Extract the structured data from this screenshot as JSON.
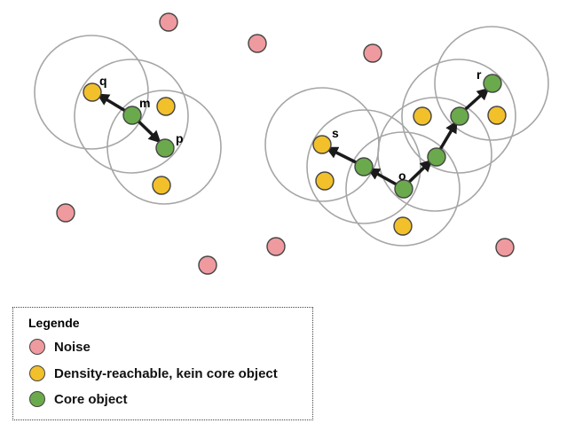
{
  "colors": {
    "noise": "#EE9A9E",
    "border_point": "#F2C02A",
    "core": "#6AAA4C",
    "circle_stroke": "#A6A6A6",
    "arrow": "#1A1A1A"
  },
  "point_labels": {
    "q": "q",
    "m": "m",
    "p": "p",
    "s": "s",
    "o": "o",
    "r": "r"
  },
  "legend": {
    "title": "Legende",
    "items": [
      {
        "label": "Noise",
        "color_key": "noise"
      },
      {
        "label": "Density-reachable, kein core object",
        "color_key": "border_point"
      },
      {
        "label": "Core object",
        "color_key": "core"
      }
    ]
  }
}
